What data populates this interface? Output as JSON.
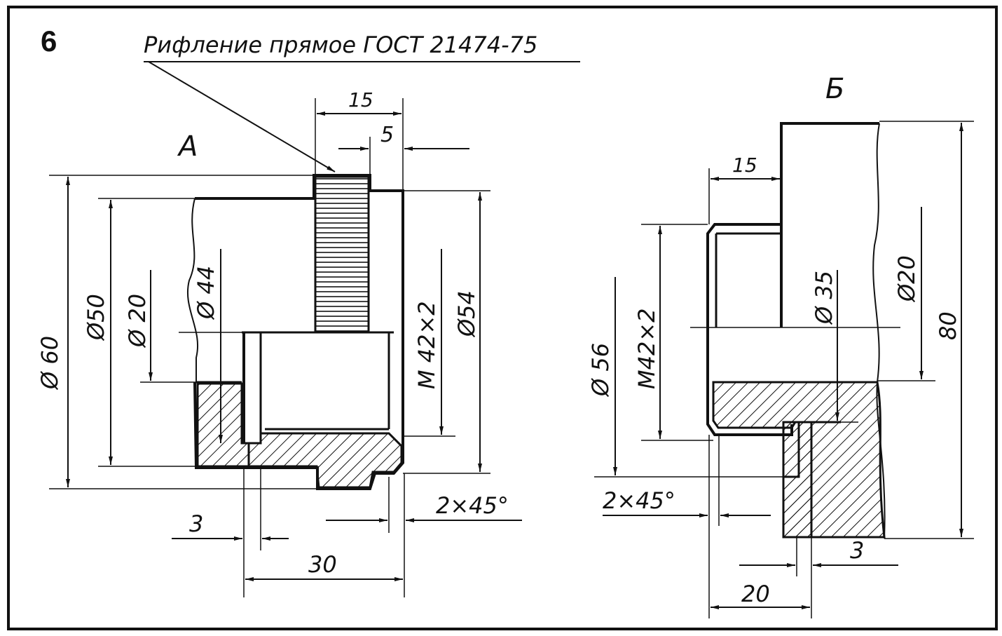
{
  "sheet": {
    "number": "6",
    "note": "Рифление прямое ГОСТ 21474-75"
  },
  "view_a": {
    "title": "А",
    "dims": {
      "d60": "Ø 60",
      "d50": "Ø50",
      "d20": "Ø 20",
      "d44": "Ø 44",
      "m42": "M 42×2",
      "d54": "Ø54",
      "w15": "15",
      "w5": "5",
      "w3": "3",
      "w30": "30",
      "chamfer": "2×45°"
    }
  },
  "view_b": {
    "title": "Б",
    "dims": {
      "w15": "15",
      "d56": "Ø 56",
      "m42": "M42×2",
      "d35": "Ø 35",
      "d20": "Ø20",
      "h80": "80",
      "chamfer": "2×45°",
      "w3": "3",
      "w20": "20"
    }
  }
}
